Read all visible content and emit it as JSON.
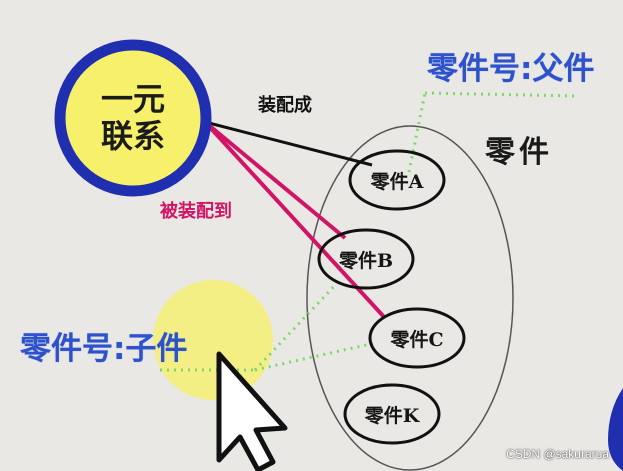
{
  "unary_relationship": {
    "line1": "一元",
    "line2": "联系"
  },
  "entity": {
    "name": "零件"
  },
  "roles": {
    "parent": "零件号:父件",
    "child": "零件号:子件",
    "assembled_into": "装配成",
    "assembled_to": "被装配到"
  },
  "nodes": [
    {
      "label": "零件A"
    },
    {
      "label": "零件B"
    },
    {
      "label": "零件C"
    },
    {
      "label": "零件K"
    }
  ],
  "colors": {
    "background": "#eae8e4",
    "circle_fill": "#f6f06a",
    "circle_border": "#1f2fb0",
    "role_text": "#2d52c9",
    "red_line": "#d21466",
    "green_dotted": "#7dd86a",
    "black_line": "#111111"
  },
  "icons": [
    "mouse-cursor-icon"
  ],
  "watermark": "CSDN @sakurarua"
}
